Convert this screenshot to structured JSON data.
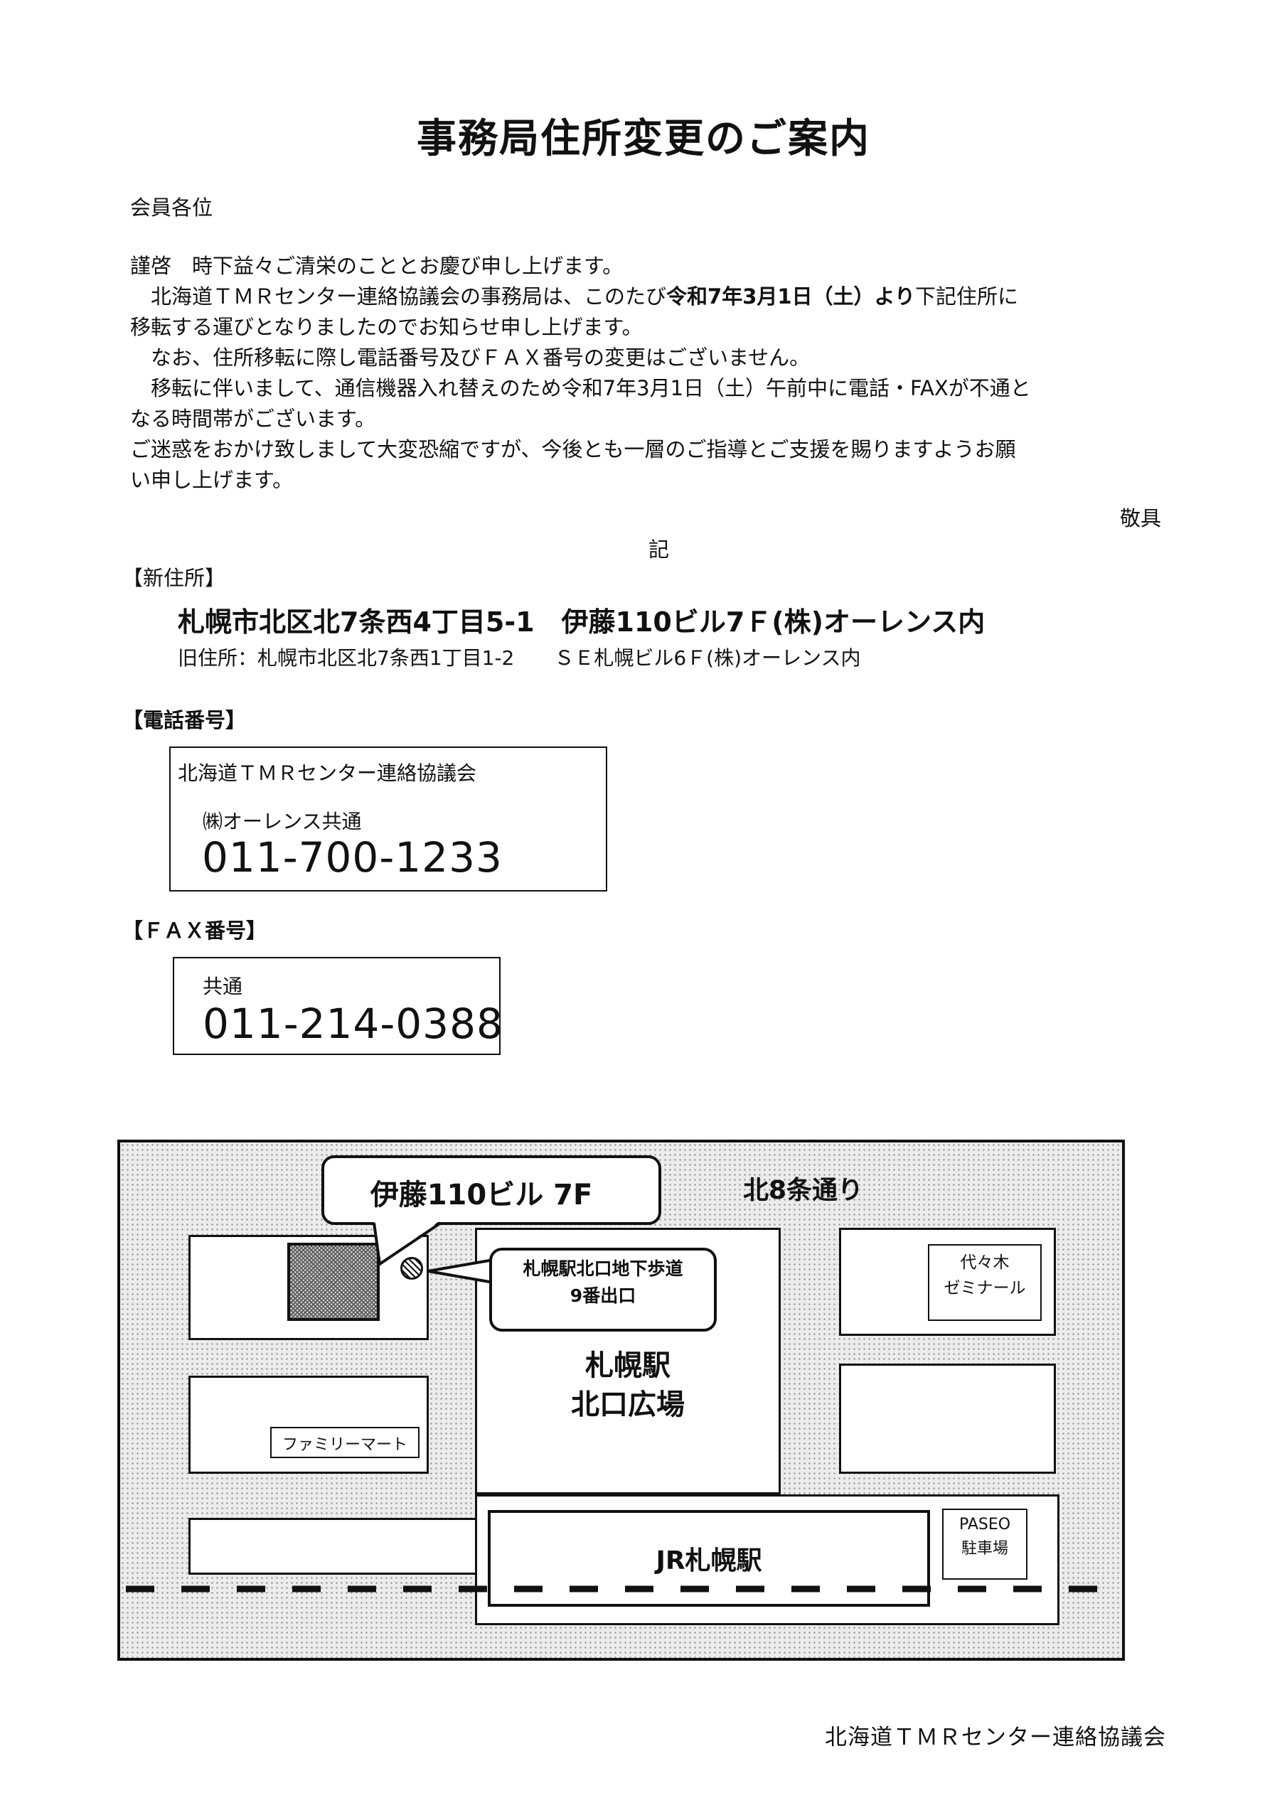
{
  "title": "事務局住所変更のご案内",
  "salutation": "会員各位",
  "body": {
    "p1": "謹啓　時下益々ご清栄のこととお慶び申し上げます。",
    "p2_pre": "　北海道ＴＭＲセンター連絡協議会の事務局は、このたび",
    "p2_bold": "令和7年3月1日（土）より",
    "p2_post": "下記住所に",
    "p2b": "移転する運びとなりましたのでお知らせ申し上げます。",
    "p3": "　なお、住所移転に際し電話番号及びＦＡＸ番号の変更はございません。",
    "p4": "　移転に伴いまして、通信機器入れ替えのため令和7年3月1日（土）午前中に電話・FAXが不通と",
    "p4b": "なる時間帯がございます。",
    "p5": "ご迷惑をおかけ致しまして大変恐縮ですが、今後とも一層のご指導とご支援を賜りますようお願",
    "p5b": "い申し上げます。",
    "closing": "敬具",
    "ki": "記"
  },
  "new_address": {
    "heading": "【新住所】",
    "address": "札幌市北区北7条西4丁目5-1　伊藤110ビル7Ｆ(株)オーレンス内",
    "old": "旧住所：札幌市北区北7条西1丁目1-2　　ＳＥ札幌ビル6Ｆ(株)オーレンス内"
  },
  "phone": {
    "heading": "【電話番号】",
    "org": "北海道ＴＭＲセンター連絡協議会",
    "sub": "㈱オーレンス共通",
    "number": "011-700-1233"
  },
  "fax": {
    "heading": "【ＦＡＸ番号】",
    "sub": "共通",
    "number": "011-214-0388"
  },
  "map": {
    "building_callout": "伊藤110ビル 7F",
    "street": "北8条通り",
    "exit_callout_1": "札幌駅北口地下歩道",
    "exit_callout_2": "9番出口",
    "plaza_1": "札幌駅",
    "plaza_2": "北口広場",
    "yoyogi_1": "代々木",
    "yoyogi_2": "ゼミナール",
    "familymart": "ファミリーマート",
    "paseo_1": "PASEO",
    "paseo_2": "駐車場",
    "jr": "JR札幌駅"
  },
  "footer": "北海道ＴＭＲセンター連絡協議会"
}
